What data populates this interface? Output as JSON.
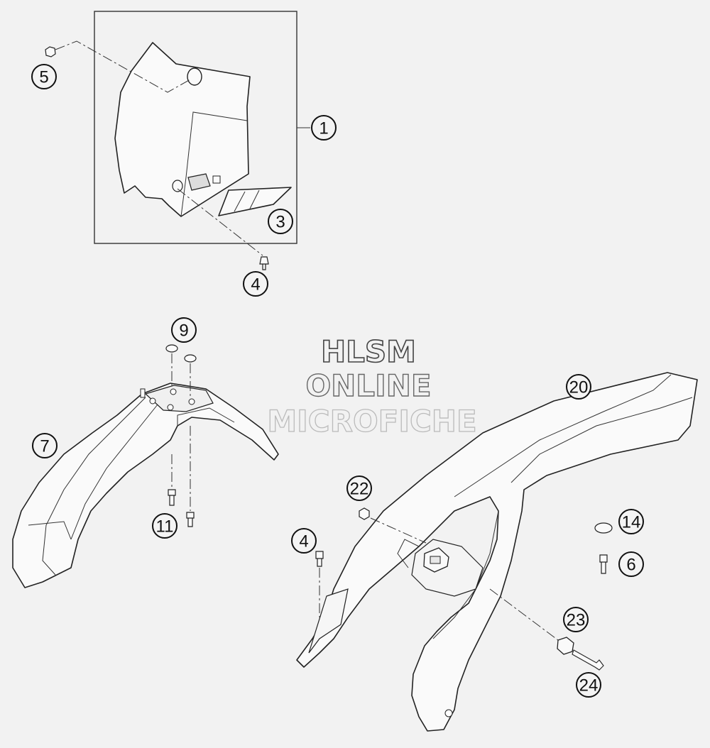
{
  "watermark": {
    "line1": "HLSM",
    "line2": "ONLINE",
    "line3": "MICROFICHE"
  },
  "callouts": {
    "c1": "1",
    "c3": "3",
    "c4a": "4",
    "c4b": "4",
    "c5": "5",
    "c6": "6",
    "c7": "7",
    "c9": "9",
    "c11": "11",
    "c14": "14",
    "c20": "20",
    "c22": "22",
    "c23": "23",
    "c24": "24"
  }
}
